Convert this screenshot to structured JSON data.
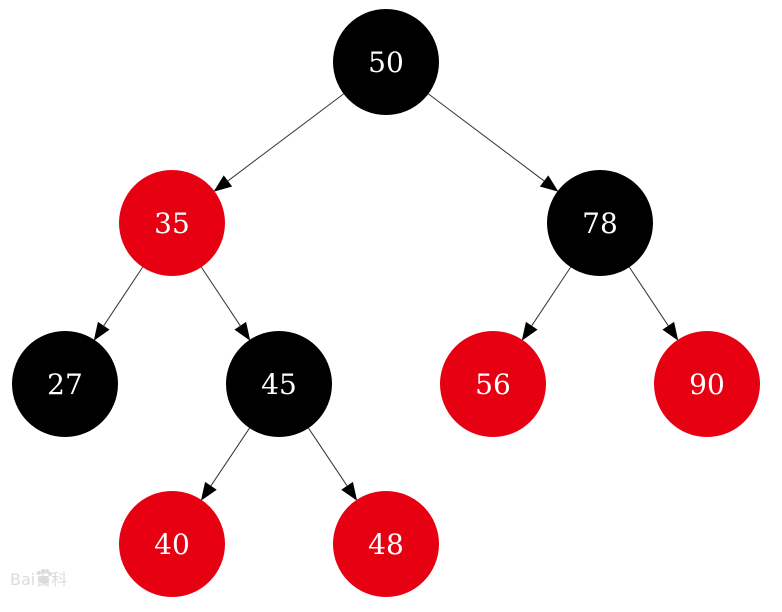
{
  "colors": {
    "black_node": "#000000",
    "red_node": "#e60012",
    "label_text": "#ffffff",
    "edge": "#333333"
  },
  "tree": {
    "nodes": [
      {
        "id": "n50",
        "value": "50",
        "color": "black"
      },
      {
        "id": "n35",
        "value": "35",
        "color": "red"
      },
      {
        "id": "n78",
        "value": "78",
        "color": "black"
      },
      {
        "id": "n27",
        "value": "27",
        "color": "black"
      },
      {
        "id": "n45",
        "value": "45",
        "color": "black"
      },
      {
        "id": "n56",
        "value": "56",
        "color": "red"
      },
      {
        "id": "n90",
        "value": "90",
        "color": "red"
      },
      {
        "id": "n40",
        "value": "40",
        "color": "red"
      },
      {
        "id": "n48",
        "value": "48",
        "color": "red"
      }
    ],
    "edges": [
      {
        "from": "n50",
        "to": "n35"
      },
      {
        "from": "n50",
        "to": "n78"
      },
      {
        "from": "n35",
        "to": "n27"
      },
      {
        "from": "n35",
        "to": "n45"
      },
      {
        "from": "n78",
        "to": "n56"
      },
      {
        "from": "n78",
        "to": "n90"
      },
      {
        "from": "n45",
        "to": "n40"
      },
      {
        "from": "n45",
        "to": "n48"
      }
    ]
  },
  "watermark": {
    "label": "Bai百科",
    "icon": "baidu-paw-icon"
  }
}
